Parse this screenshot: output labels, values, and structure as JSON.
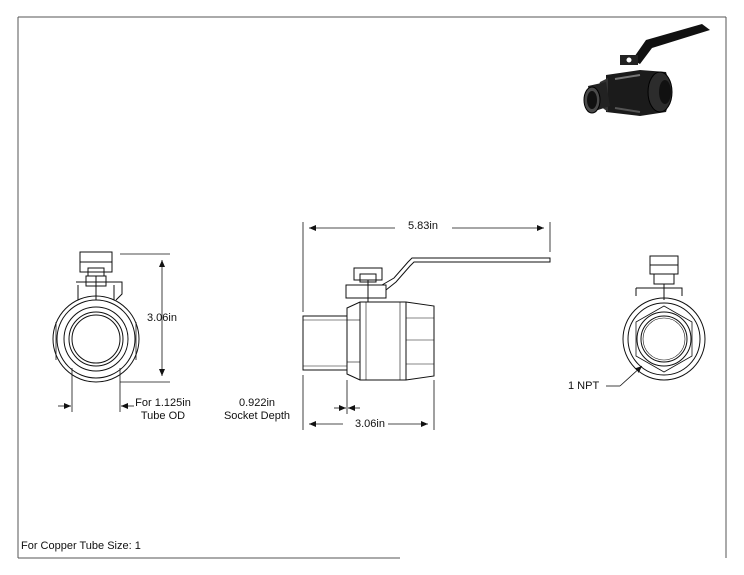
{
  "dimensions": {
    "overall_length": "5.83in",
    "height": "3.06in",
    "tube_od_line1": "For 1.125in",
    "tube_od_line2": "Tube OD",
    "socket_depth_line1": "0.922in",
    "socket_depth_line2": "Socket Depth",
    "body_length": "3.06in",
    "thread": "1 NPT"
  },
  "footer": {
    "note": "For Copper Tube Size: 1"
  },
  "icons": [
    "ball-valve-isometric-icon"
  ]
}
